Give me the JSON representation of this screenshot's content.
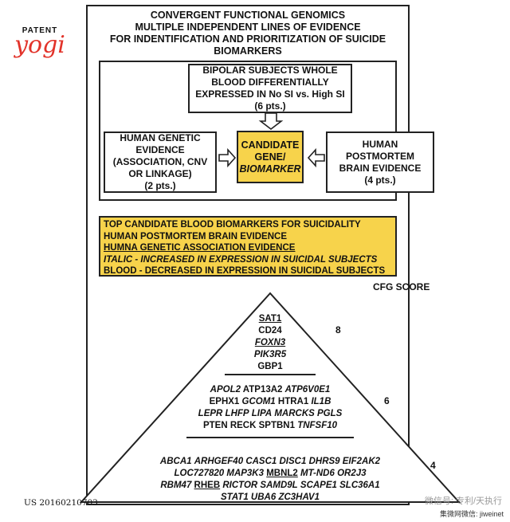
{
  "brand": {
    "line1": "PATENT",
    "line2": "yogi"
  },
  "header": {
    "line1": "CONVERGENT FUNCTIONAL GENOMICS",
    "line2": "MULTIPLE INDEPENDENT LINES OF EVIDENCE",
    "line3": "FOR INDENTIFICATION AND PRIORITIZATION OF SUICIDE",
    "line4": "BIOMARKERS"
  },
  "evidence": {
    "top": {
      "line1": "BIPOLAR SUBJECTS WHOLE",
      "line2": "BLOOD DIFFERENTIALLY",
      "line3": "EXPRESSED IN No SI vs. High SI",
      "line4": "(6 pts.)"
    },
    "left": {
      "line1": "HUMAN GENETIC",
      "line2": "EVIDENCE",
      "line3": "(ASSOCIATION, CNV",
      "line4": "OR LINKAGE)",
      "line5": "(2 pts.)"
    },
    "center": {
      "line1": "CANDIDATE",
      "line2": "GENE/",
      "line3": "BIOMARKER"
    },
    "right": {
      "line1": "HUMAN POSTMORTEM",
      "line2": "BRAIN EVIDENCE",
      "line3": "(4 pts.)"
    }
  },
  "legend": {
    "line1": "TOP CANDIDATE BLOOD BIOMARKERS FOR SUICIDALITY",
    "line2": "HUMAN POSTMORTEM BRAIN EVIDENCE",
    "line3": "HUMNA GENETIC ASSOCIATION EVIDENCE",
    "line4": "ITALIC - INCREASED IN EXPRESSION IN SUICIDAL SUBJECTS",
    "line5": "BLOOD - DECREASED IN EXPRESSION IN SUICIDAL SUBJECTS"
  },
  "cfg_label": "CFG SCORE",
  "tier1": {
    "score": "8",
    "g1": "SAT1",
    "g2": "CD24",
    "g3": "FOXN3",
    "g4": "PIK3R5",
    "g5": "GBP1"
  },
  "tier2": {
    "score": "6",
    "row1": {
      "a": "APOL2",
      "b": "ATP13A2",
      "c": "ATP6V0E1"
    },
    "row2": {
      "a": "EPHX1",
      "b": "GCOM1",
      "c": "HTRA1",
      "d": "IL1B"
    },
    "row3": {
      "a": "LEPR",
      "b": "LHFP",
      "c": "LIPA",
      "d": "MARCKS",
      "e": "PGLS"
    },
    "row4": {
      "a": "PTEN",
      "b": "RECK",
      "c": "SPTBN1",
      "d": "TNFSF10"
    }
  },
  "tier3": {
    "score": "4",
    "row1": {
      "a": "ABCA1",
      "b": "ARHGEF40",
      "c": "CASC1",
      "d": "DISC1",
      "e": "DHRS9",
      "f": "EIF2AK2"
    },
    "row2": {
      "a": "LOC727820",
      "b": "MAP3K3",
      "c": "MBNL2",
      "d": "MT-ND6",
      "e": "OR2J3"
    },
    "row3": {
      "a": "RBM47",
      "b": "RHEB",
      "c": "RICTOR",
      "d": "SAMD9L",
      "e": "SCAPE1",
      "f": "SLC36A1"
    },
    "row4": {
      "a": "STAT1",
      "b": "UBA6",
      "c": "ZC3HAV1"
    }
  },
  "patent_number": "US 20160210703",
  "watermark": {
    "text": "微信号: 专利/天执行",
    "sub": "集微网微信: jiweinet"
  }
}
